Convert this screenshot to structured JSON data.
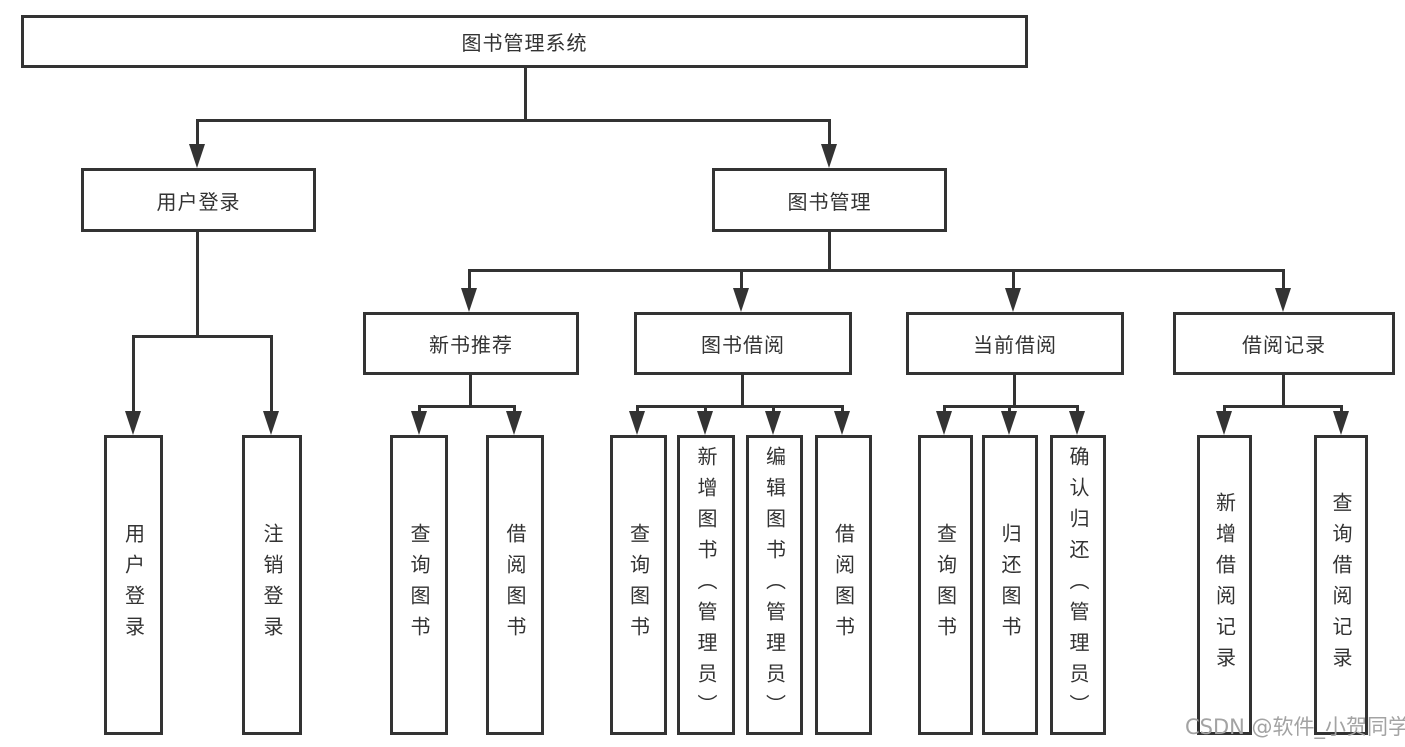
{
  "diagram": {
    "title": "图书管理系统",
    "tree": {
      "label": "图书管理系统",
      "children": [
        {
          "label": "用户登录",
          "children": [
            {
              "label": "用户登录"
            },
            {
              "label": "注销登录"
            }
          ]
        },
        {
          "label": "图书管理",
          "children": [
            {
              "label": "新书推荐",
              "children": [
                {
                  "label": "查询图书"
                },
                {
                  "label": "借阅图书"
                }
              ]
            },
            {
              "label": "图书借阅",
              "children": [
                {
                  "label": "查询图书"
                },
                {
                  "label": "新增图书（管理员）"
                },
                {
                  "label": "编辑图书（管理员）"
                },
                {
                  "label": "借阅图书"
                }
              ]
            },
            {
              "label": "当前借阅",
              "children": [
                {
                  "label": "查询图书"
                },
                {
                  "label": "归还图书"
                },
                {
                  "label": "确认归还（管理员）"
                }
              ]
            },
            {
              "label": "借阅记录",
              "children": [
                {
                  "label": "新增借阅记录"
                },
                {
                  "label": "查询借阅记录"
                }
              ]
            }
          ]
        }
      ]
    },
    "watermark": "CSDN @软件_小贺同学",
    "colors": {
      "line": "#333333",
      "text": "#333333",
      "watermark": "#a3a3a3",
      "background": "#ffffff"
    }
  }
}
